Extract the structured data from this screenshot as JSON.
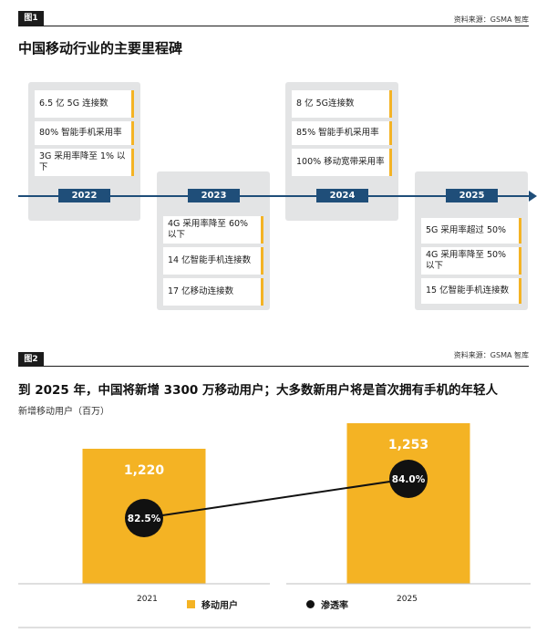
{
  "figure1": {
    "tag": "图1",
    "source": "资料来源：GSMA 智库",
    "title": "中国移动行业的主要里程碑",
    "milestones": [
      {
        "year": "2022",
        "items": [
          "6.5 亿 5G 连接数",
          "80% 智能手机采用率",
          "3G 采用率降至 1% 以下"
        ]
      },
      {
        "year": "2023",
        "items": [
          "4G 采用率降至 60% 以下",
          "14 亿智能手机连接数",
          "17 亿移动连接数"
        ]
      },
      {
        "year": "2024",
        "items": [
          "8 亿 5G连接数",
          "85% 智能手机采用率",
          "100% 移动宽带采用率"
        ]
      },
      {
        "year": "2025",
        "items": [
          "5G 采用率超过 50%",
          "4G 采用率降至 50% 以下",
          "15 亿智能手机连接数"
        ]
      }
    ]
  },
  "figure2": {
    "tag": "图2",
    "source": "资料来源：GSMA 智库",
    "title": "到 2025 年，中国将新增 3300 万移动用户；大多数新用户将是首次拥有手机的年轻人",
    "subtitle": "新增移动用户（百万）",
    "legend": {
      "bars": "移动用户",
      "line": "渗透率"
    }
  },
  "chart_data": {
    "type": "bar",
    "categories": [
      "2021",
      "2025"
    ],
    "series": [
      {
        "name": "移动用户",
        "type": "bar",
        "values": [
          1220
        ],
        "labels": [
          "1,220",
          "1,253"
        ],
        "valuesAll": [
          1220,
          1253
        ]
      },
      {
        "name": "渗透率",
        "type": "line",
        "values": [
          82.5,
          84.0
        ],
        "labels": [
          "82.5%",
          "84.0%"
        ]
      }
    ],
    "colors": {
      "bar": "#f4b324",
      "line": "#111111"
    },
    "ylabel": "新增移动用户（百万）"
  }
}
